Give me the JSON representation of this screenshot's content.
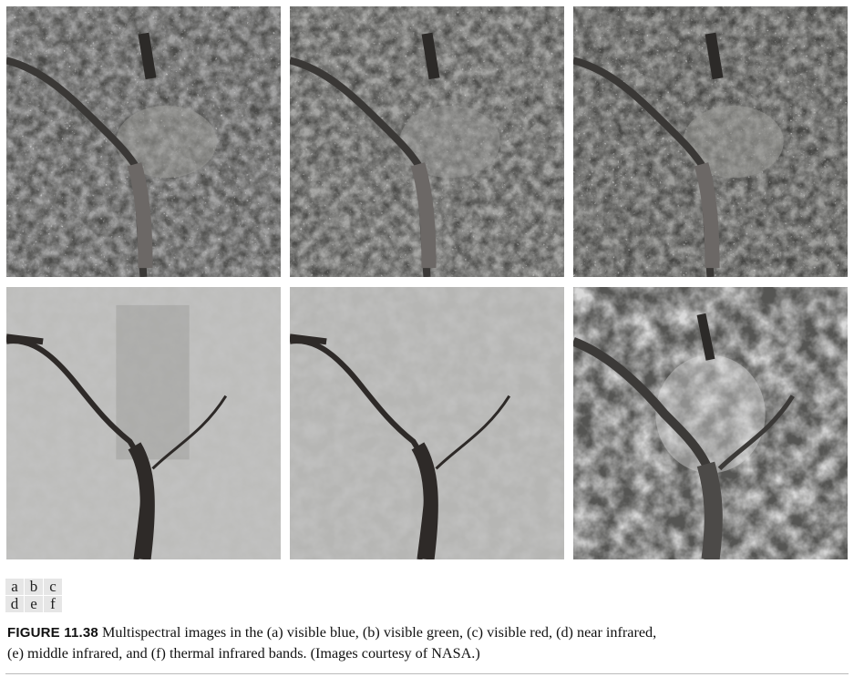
{
  "panels": [
    {
      "letter": "a",
      "band": "visible blue"
    },
    {
      "letter": "b",
      "band": "visible green"
    },
    {
      "letter": "c",
      "band": "visible red"
    },
    {
      "letter": "d",
      "band": "near infrared"
    },
    {
      "letter": "e",
      "band": "middle infrared"
    },
    {
      "letter": "f",
      "band": "thermal infrared"
    }
  ],
  "key": [
    "a",
    "b",
    "c",
    "d",
    "e",
    "f"
  ],
  "caption": {
    "label": "FIGURE 11.38",
    "line1": "Multispectral images in the (a) visible blue, (b) visible green, (c) visible red, (d) near infrared,",
    "line2": "(e) middle infrared, and (f) thermal infrared bands. (Images courtesy of NASA.)"
  }
}
